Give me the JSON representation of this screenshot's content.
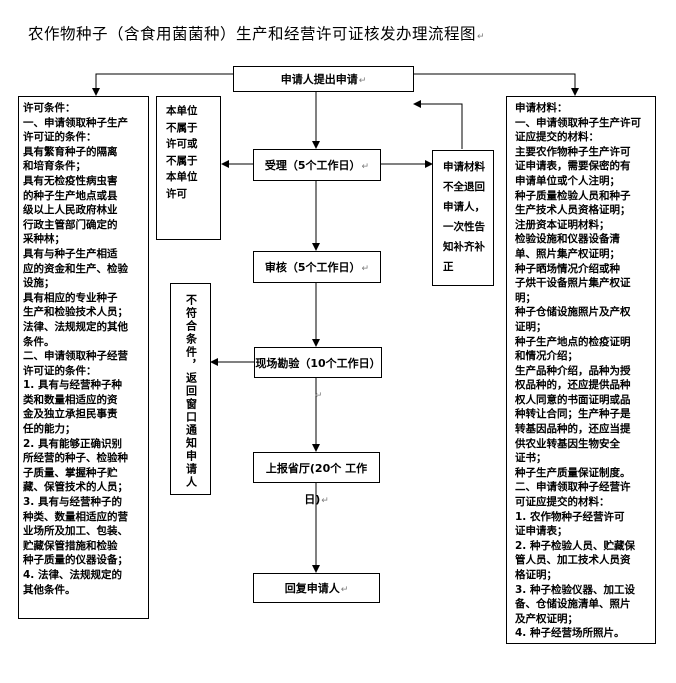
{
  "title": "农作物种子（含食用菌菌种）生产和经营许可证核发办理流程图",
  "paragraph_mark": "↵",
  "steps": {
    "apply": "申请人提出申请",
    "accept": "受理（5个工作日）",
    "review": "审核（5个工作日）",
    "inspect": "现场勘验（10个工作日）",
    "report": "上报省厅(20个 工作日)",
    "reply": "回复申请人"
  },
  "not_applicable": [
    "本单位",
    "不属于",
    "许可或",
    "不属于",
    "本单位",
    "许可"
  ],
  "incomplete": [
    "申请材料",
    "不全退回",
    "申请人，",
    "一次性告",
    "知补齐补",
    "正"
  ],
  "rejection": "不符合条件，返回窗口通知申请人",
  "conditions": [
    "许可条件：",
    "一、申请领取种子生产",
    "许可证的条件：",
    "具有繁育种子的隔离",
    "和培育条件；",
    "具有无检疫性病虫害",
    "的种子生产地点或县",
    "级以上人民政府林业",
    "行政主管部门确定的",
    "采种林；",
    "具有与种子生产相适",
    "应的资金和生产、检验",
    "设施；",
    "具有相应的专业种子",
    "生产和检验技术人员；",
    "法律、法规规定的其他",
    "条件。",
    "二、申请领取种子经营",
    "许可证的条件：",
    "1. 具有与经营种子种",
    "类和数量相适应的资",
    "金及独立承担民事责",
    "任的能力；",
    "2. 具有能够正确识别",
    "所经营的种子、检验种",
    "子质量、掌握种子贮",
    "藏、保管技术的人员；",
    "3. 具有与经营种子的",
    "种类、数量相适应的营",
    "业场所及加工、包装、",
    "贮藏保管措施和检验",
    "种子质量的仪器设备；",
    "4. 法律、法规规定的",
    "其他条件。"
  ],
  "materials": [
    "申请材料：",
    "一、申请领取种子生产许可",
    "证应提交的材料：",
    "主要农作物种子生产许可",
    "证申请表，需要保密的有",
    "申请单位或个人注明；",
    "种子质量检验人员和种子",
    "生产技术人员资格证明；",
    "注册资本证明材料；",
    "检验设施和仪器设备清",
    "单、照片集产权证明；",
    "种子晒场情况介绍或种",
    "子烘干设备照片集产权证",
    "明；",
    "种子仓储设施照片及产权",
    "证明；",
    "种子生产地点的检疫证明",
    "和情况介绍；",
    "生产品种介绍，品种为授",
    "权品种的，还应提供品种",
    "权人同意的书面证明或品",
    "种转让合同；生产种子是",
    "转基因品种的，还应当提",
    "供农业转基因生物安全",
    "证书；",
    "种子生产质量保证制度。",
    "二、申请领取种子经营许",
    "可证应提交的材料：",
    "1. 农作物种子经营许可",
    "证申请表；",
    "2. 种子检验人员、贮藏保",
    "管人员、加工技术人员资",
    "格证明；",
    "3. 种子检验仪器、加工设",
    "备、仓储设施清单、照片",
    "及产权证明；",
    "4. 种子经营场所照片。"
  ]
}
